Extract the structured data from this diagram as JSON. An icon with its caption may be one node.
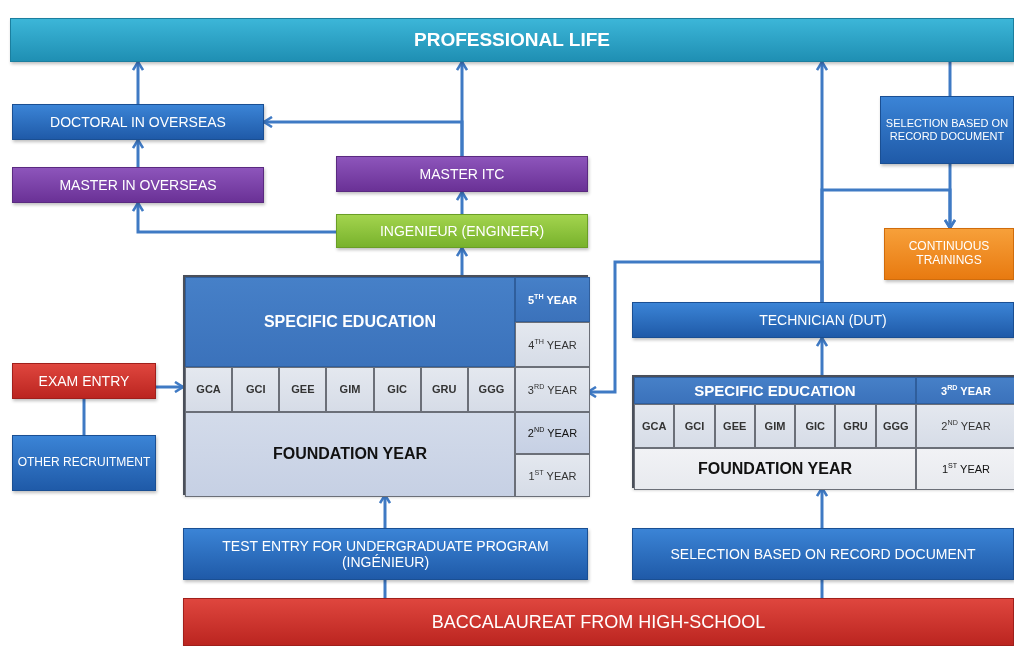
{
  "diagram": {
    "nodes": [
      {
        "text": [
          "PROFESSIONAL LIFE"
        ]
      },
      {
        "text": [
          "DOCTORAL IN OVERSEAS"
        ]
      },
      {
        "text": [
          "SELECTION BASED ON RECORD DOCUMENT"
        ]
      },
      {
        "text": [
          "MASTER IN OVERSEAS"
        ]
      },
      {
        "text": [
          "MASTER ITC"
        ]
      },
      {
        "text": [
          "INGENIEUR (ENGINEER)"
        ]
      },
      {
        "text": [
          "CONTINUOUS TRAININGS"
        ]
      },
      {
        "text": [],
        "shape": "box"
      },
      {
        "text": [
          "SPECIFIC EDUCATION"
        ],
        "in": 7
      },
      {
        "text": [
          "5$^{TH}$ YEAR"
        ],
        "in": 7
      },
      {
        "text": [
          "4$^{TH}$ YEAR"
        ],
        "in": 7
      },
      {
        "text": [
          "GCA"
        ],
        "in": 7
      },
      {
        "text": [
          "GCI"
        ],
        "in": 7
      },
      {
        "text": [
          "GEE"
        ],
        "in": 7
      },
      {
        "text": [
          "GIM"
        ],
        "in": 7
      },
      {
        "text": [
          "GIC"
        ],
        "in": 7
      },
      {
        "text": [
          "GRU"
        ],
        "in": 7
      },
      {
        "text": [
          "GGG"
        ],
        "in": 7
      },
      {
        "text": [
          "3$^{RD}$ YEAR"
        ],
        "in": 7
      },
      {
        "text": [
          "FOUNDATION YEAR"
        ],
        "in": 7
      },
      {
        "text": [
          "2$^{ND}$ YEAR"
        ],
        "in": 7
      },
      {
        "text": [
          "1$^{ST}$ YEAR"
        ],
        "in": 7
      },
      {
        "text": [
          "EXAM ENTRY"
        ]
      },
      {
        "text": [
          "OTHER RECRUITMENT"
        ]
      },
      {
        "text": [
          "TECHNICIAN (DUT)"
        ]
      },
      {
        "text": [],
        "shape": "box"
      },
      {
        "text": [
          "SPECIFIC EDUCATION"
        ],
        "in": 25
      },
      {
        "text": [
          "3$^{RD}$ YEAR"
        ],
        "in": 25
      },
      {
        "text": [
          "GCA"
        ],
        "in": 25
      },
      {
        "text": [
          "GCI"
        ],
        "in": 25
      },
      {
        "text": [
          "GEE"
        ],
        "in": 25
      },
      {
        "text": [
          "GIM"
        ],
        "in": 25
      },
      {
        "text": [
          "GIC"
        ],
        "in": 25
      },
      {
        "text": [
          "GRU"
        ],
        "in": 25
      },
      {
        "text": [
          "GGG"
        ],
        "in": 25
      },
      {
        "text": [
          "2$^{ND}$ YEAR"
        ],
        "in": 25
      },
      {
        "text": [
          "FOUNDATION YEAR"
        ],
        "in": 25
      },
      {
        "text": [
          "1$^{ST}$ YEAR"
        ],
        "in": 25
      },
      {
        "text": [
          "TEST ENTRY FOR UNDERGRADUATE PROGRAM (INGÉNIEUR)"
        ]
      },
      {
        "text": [
          "SELECTION BASED ON RECORD DOCUMENT"
        ]
      },
      {
        "text": [
          "BACCALAUREAT FROM HIGH-SCHOOL"
        ]
      }
    ],
    "edges": [
      {
        "from": 5,
        "to": 4,
        "arrow": "to"
      },
      {
        "from": 4,
        "to": 0,
        "arrow": "to"
      },
      {
        "from": 4,
        "to": 1,
        "arrow": "to"
      },
      {
        "from": 1,
        "to": 0,
        "arrow": "to"
      },
      {
        "from": 3,
        "to": 1,
        "arrow": "to"
      },
      {
        "from": 5,
        "to": 3,
        "arrow": "to"
      },
      {
        "from": 8,
        "to": 5,
        "arrow": "to"
      },
      {
        "from": 22,
        "to": 11,
        "arrow": "to"
      },
      {
        "from": 22,
        "to": 23,
        "arrow": "none"
      },
      {
        "from": 38,
        "to": 19,
        "arrow": "to"
      },
      {
        "from": 40,
        "to": 38,
        "arrow": "none"
      },
      {
        "from": 40,
        "to": 39,
        "arrow": "none"
      },
      {
        "from": 39,
        "to": 36,
        "arrow": "to"
      },
      {
        "from": 26,
        "to": 24,
        "arrow": "to"
      },
      {
        "from": 24,
        "to": 0,
        "arrow": "to"
      },
      {
        "from": 24,
        "to": 18,
        "arrow": "to"
      },
      {
        "from": 24,
        "to": 6,
        "arrow": "to"
      },
      {
        "from": 0,
        "to": 2,
        "arrow": "none"
      },
      {
        "from": 2,
        "to": 6,
        "arrow": "to"
      }
    ]
  }
}
